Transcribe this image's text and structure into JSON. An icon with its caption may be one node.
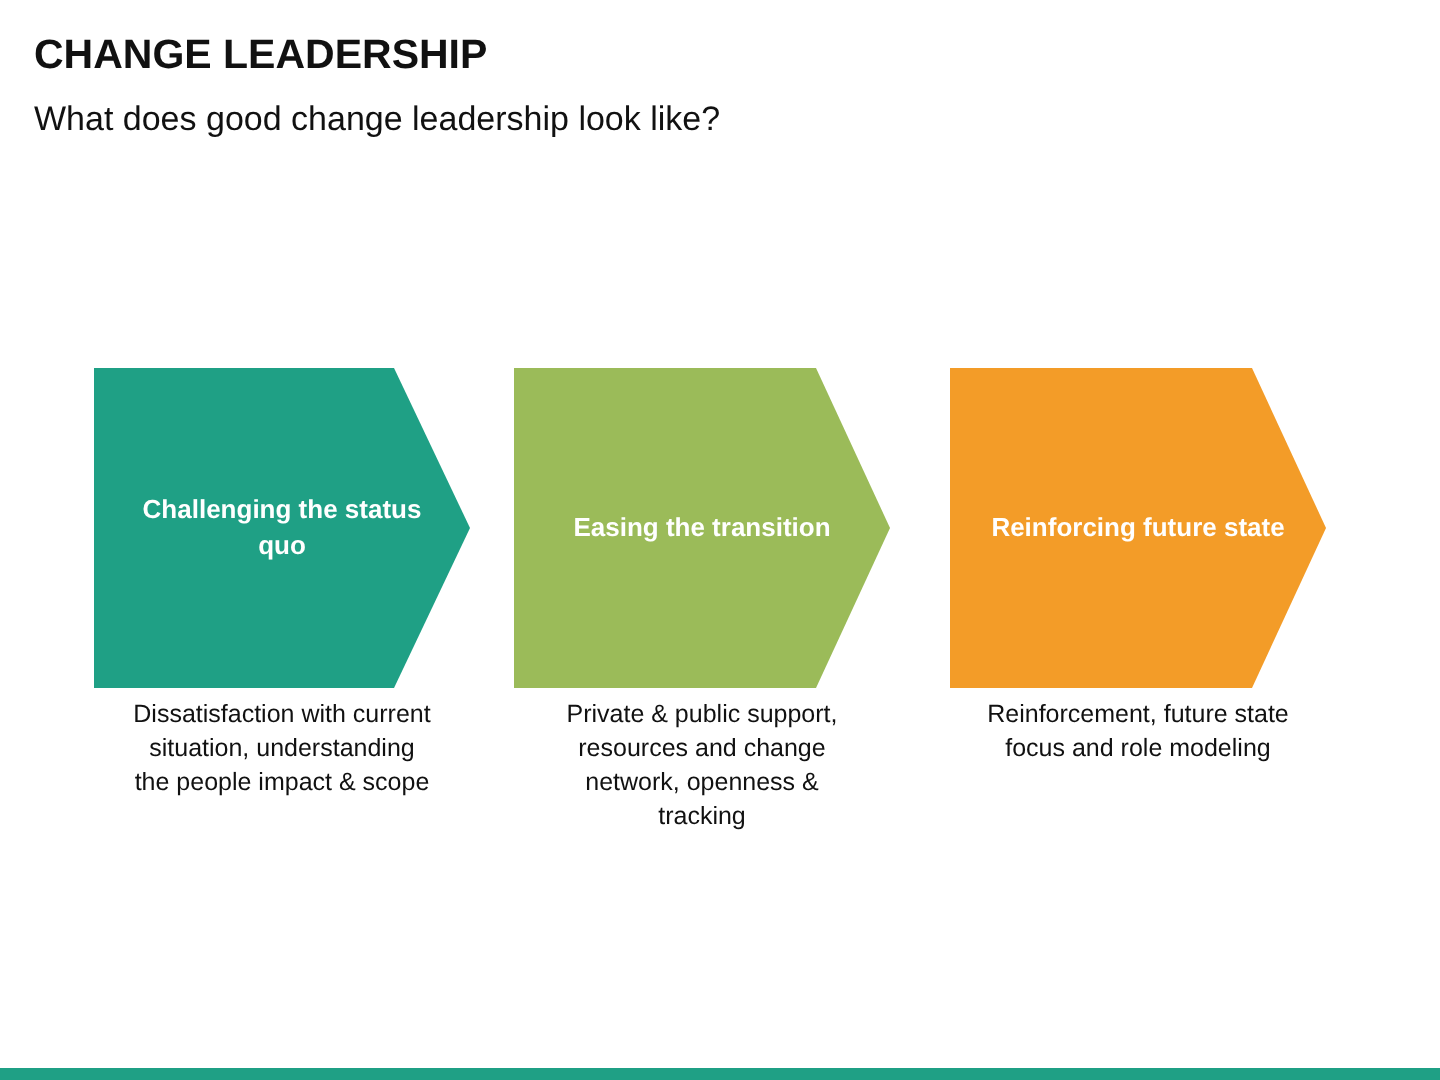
{
  "diagram": {
    "title": "CHANGE LEADERSHIP",
    "nodes": [
      {
        "text": [
          "Challenging the status quo"
        ],
        "beside": [
          "Dissatisfaction with current situation, understanding the people impact & scope"
        ]
      },
      {
        "text": [
          "Easing the transition"
        ],
        "beside": [
          "Private & public support, resources and change network, openness & tracking"
        ]
      },
      {
        "text": [
          "Reinforcing future state"
        ],
        "beside": [
          "Reinforcement, future state focus and role modeling"
        ]
      }
    ],
    "labels": [
      "What does good change leadership look like?"
    ]
  }
}
